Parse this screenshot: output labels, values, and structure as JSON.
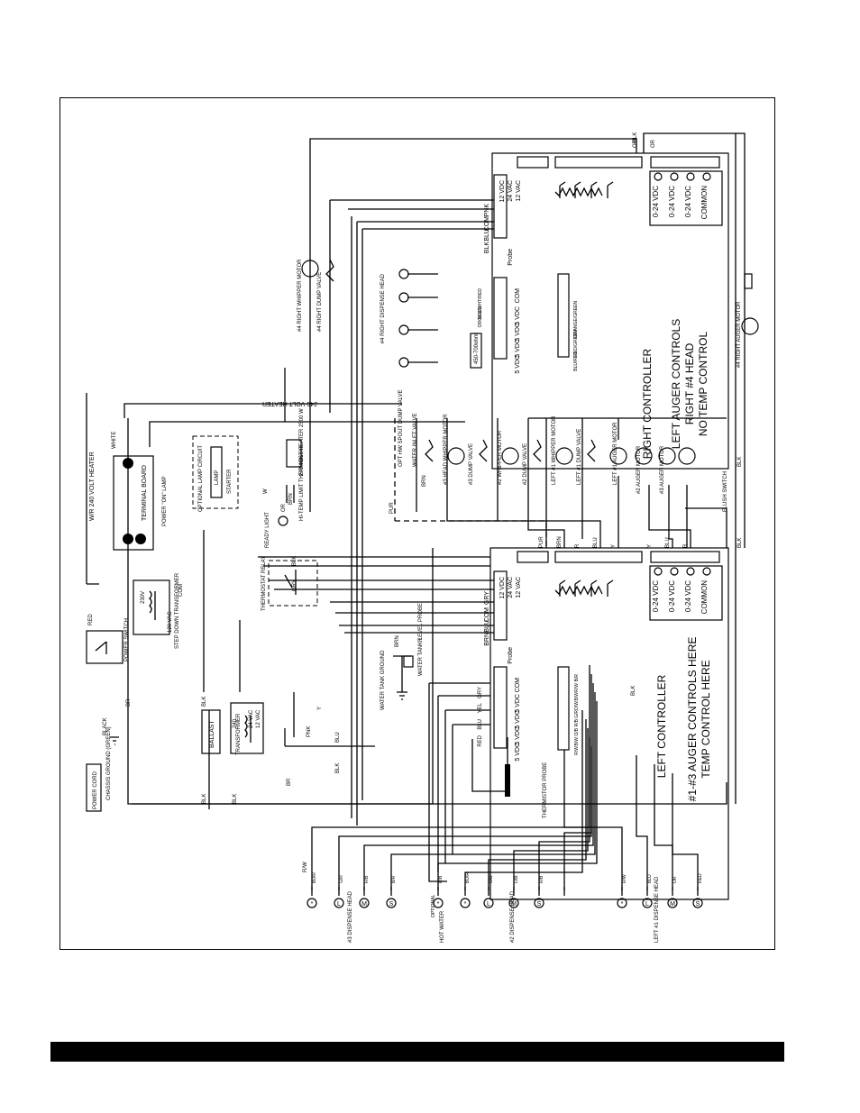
{
  "controllers": {
    "right": {
      "title": "RIGHT CONTROLLER",
      "note1": "LEFT AUGER CONTROLS",
      "note2": "RIGHT #4 HEAD",
      "note3": "NO TEMP CONTROL"
    },
    "left": {
      "title": "LEFT CONTROLLER",
      "note1": "#1-#3 AUGER CONTROLS HERE",
      "note2": "TEMP CONTROL HERE"
    }
  },
  "power_terminals": [
    "12 VDC",
    "PNK",
    "24 VAC",
    "12 VAC",
    "COM",
    "BLU",
    "BLK"
  ],
  "power_terminals_left": [
    "12 VDC",
    "GRY",
    "24 VAC",
    "12 VAC",
    "COM",
    "BLU",
    "BRN"
  ],
  "auger_terminals": [
    "0-24 VDC",
    "0-24 VDC",
    "0-24 VDC",
    "COMMON"
  ],
  "head_terminals": [
    "COM",
    "5 VDC",
    "5 VDC",
    "5 VDC",
    "5 VDC"
  ],
  "head_terminals_right": [
    "COM",
    "5 VDC",
    "5 VDC",
    "5 VDC",
    "5 VDC"
  ],
  "probe_label": "Probe",
  "resistor_label": "450-700ohm",
  "wire_colors_right_head": [
    "BLU/WHT/RED",
    "ORG/RED",
    "ORANGE/GREEN",
    "RED/GREEN",
    "BLU/RED"
  ],
  "wire_colors_left_head": [
    "GRY",
    "YEL",
    "BLU",
    "RED"
  ],
  "wire_colors_left_strip": [
    "B/R",
    "R/W",
    "B/W",
    "O/W",
    "G/R",
    "R/B",
    "O/B",
    "B/W",
    "R/W"
  ],
  "components": {
    "right_whipper": "#4 RIGHT WHIPPER MOTOR",
    "right_dump": "#4 RIGHT DUMP VALVE",
    "right_dispense_head": "#4 RIGHT DISPENSE HEAD",
    "right_auger": "#4 RIGHT AUGER MOTOR",
    "heater_240": "240 VOLT HEATER",
    "heater_2500": "240 VOLT HEATER 2500 W",
    "hi_temp": "HI-TEMP LIMIT THERMOSTAT",
    "opt_hw": "OPT HW SPOUT DUMP VALVE",
    "water_inlet": "WATER INLET VALVE",
    "whipper3": "#3 HEAD WHIPPER MOTOR",
    "dump3": "#3 DUMP VALVE",
    "whipper2": "#2 WHIPPER MOTOR",
    "dump2": "#2 DUMP VALVE",
    "whipper1": "LEFT #1 WHIPPER MOTOR",
    "dump1": "LEFT #1 DUMP VALVE",
    "auger1": "LEFT #1 AUGER MOTOR",
    "auger2": "#2 AUGER MOTOR",
    "auger3": "#3 AUGER MOTOR",
    "flush": "FLUSH SWITCH",
    "terminal_board": "TERMINAL BOARD",
    "power_on_lamp": "POWER \"ON\" LAMP",
    "heater_vertical": "W/R  240 VOLT HEATER",
    "white": "WHITE",
    "optional_lamp": "OPTIONAL LAMP CIRCUIT",
    "lamp": "LAMP",
    "starter": "STARTER",
    "ready_light": "READY LIGHT",
    "thermostat_relay": "THERMOSTAT RELAY",
    "step_down": "STEP DOWN TRANSFORMER",
    "power_switch": "POWER SWITCH",
    "power_cord": "POWER CORD",
    "chassis_ground": "CHASSIS GROUND (GREEN)",
    "ballast": "BALLAST",
    "transformer": "TRANSFORMER",
    "water_tank_ground": "WATER TANK GROUND",
    "water_tank_probe": "WATER TANK LEVEL PROBE",
    "thermistor_probe": "THERMISTOR PROBE",
    "red": "RED",
    "black": "BLACK",
    "vac_230": "230V",
    "vac_120": "120 VAC",
    "vac_24": "24 VAC",
    "vac_12": "12 VAC",
    "com": "COM",
    "v240": "240"
  },
  "bottom_groups": [
    {
      "label": "#3 DISPENSE HEAD",
      "wires": [
        "BU/R",
        "G/R",
        "R/B",
        "B/R"
      ]
    },
    {
      "label": "HOT WATER",
      "optional": "OPTIONAL",
      "wires": [
        "R/B"
      ]
    },
    {
      "label": "#2 DISPENSE HEAD",
      "wires": [
        "BU/R",
        "O/B",
        "O/B",
        "R/B"
      ]
    },
    {
      "label": "LEFT #1 DISPENSE HEAD",
      "wires": [
        "R/W",
        "BLU",
        "OR",
        "RED"
      ]
    }
  ],
  "bottom_symbols": [
    "*",
    "L",
    "M",
    "S",
    "*",
    "*",
    "L",
    "M",
    "S",
    "*",
    "L",
    "M",
    "S"
  ],
  "wire_labels": {
    "blk": "BLK",
    "br": "BR",
    "bl": "BLU",
    "pnk": "PNK",
    "or": "OR",
    "w": "W",
    "y": "Y",
    "r": "R",
    "b": "B",
    "brn": "BRN",
    "pur": "PUR",
    "gry": "GRY",
    "rw": "R/W"
  }
}
